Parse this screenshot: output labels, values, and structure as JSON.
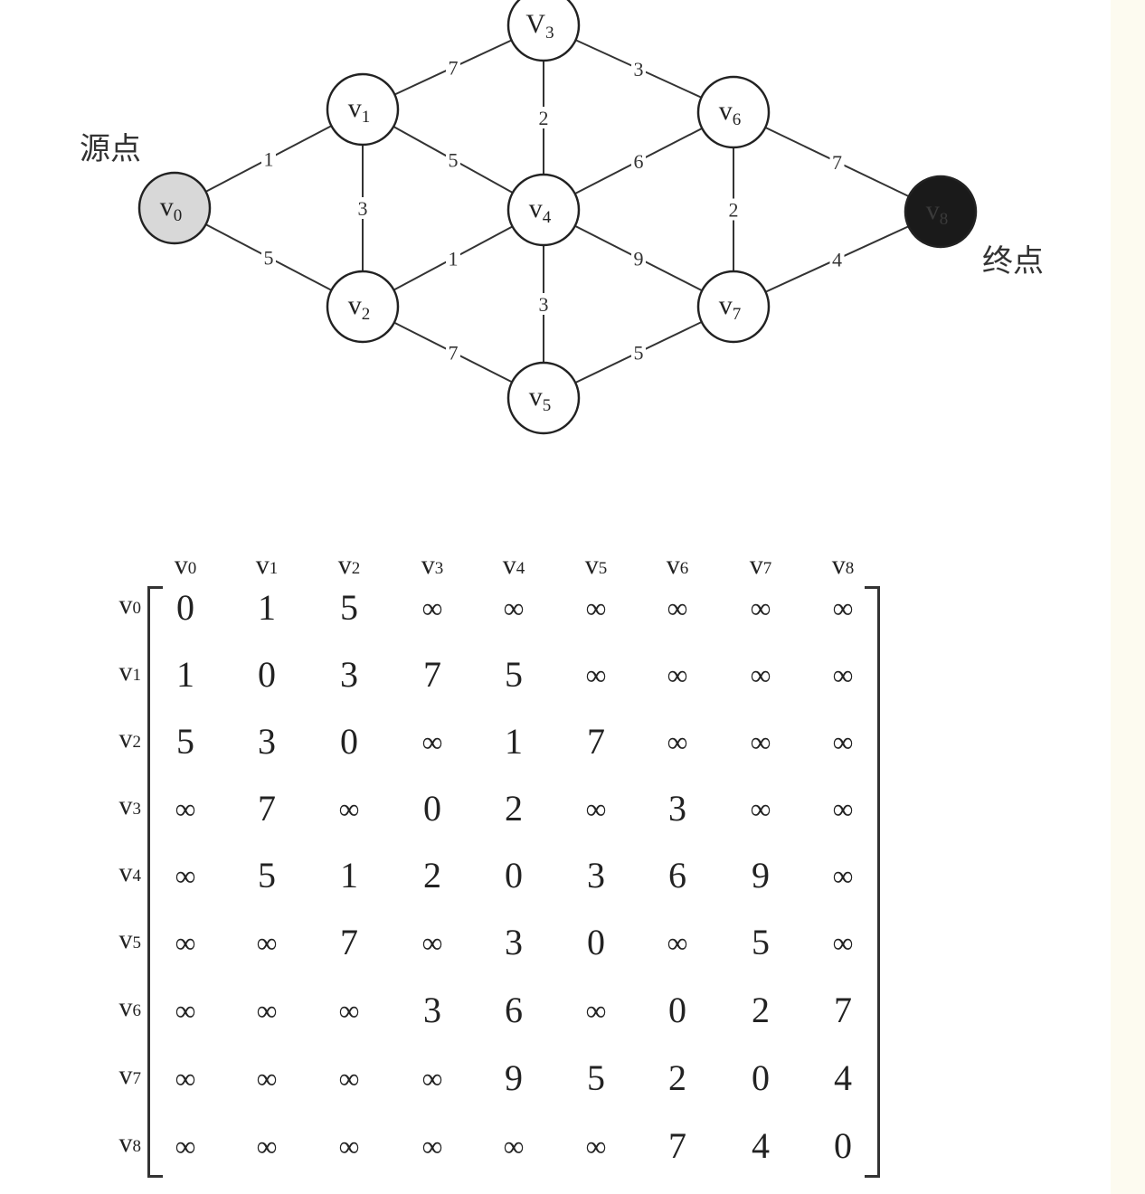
{
  "colors": {
    "source_fill": "#d8d8d8",
    "sink_fill": "#1a1a1a",
    "node_fill": "#ffffff",
    "right_strip": "#fdfbf0"
  },
  "graph": {
    "source_label": "源点",
    "sink_label": "终点",
    "nodes": [
      {
        "id": "v0",
        "base": "v",
        "sub": "0",
        "role": "source"
      },
      {
        "id": "v1",
        "base": "v",
        "sub": "1",
        "role": "normal"
      },
      {
        "id": "v2",
        "base": "v",
        "sub": "2",
        "role": "normal"
      },
      {
        "id": "v3",
        "base": "V",
        "sub": "3",
        "role": "normal"
      },
      {
        "id": "v4",
        "base": "v",
        "sub": "4",
        "role": "normal"
      },
      {
        "id": "v5",
        "base": "v",
        "sub": "5",
        "role": "normal"
      },
      {
        "id": "v6",
        "base": "v",
        "sub": "6",
        "role": "normal"
      },
      {
        "id": "v7",
        "base": "v",
        "sub": "7",
        "role": "normal"
      },
      {
        "id": "v8",
        "base": "v",
        "sub": "8",
        "role": "sink"
      }
    ],
    "edges": [
      {
        "from": "v0",
        "to": "v1",
        "weight": "1"
      },
      {
        "from": "v0",
        "to": "v2",
        "weight": "5"
      },
      {
        "from": "v1",
        "to": "v2",
        "weight": "3"
      },
      {
        "from": "v1",
        "to": "v3",
        "weight": "7"
      },
      {
        "from": "v1",
        "to": "v4",
        "weight": "5"
      },
      {
        "from": "v2",
        "to": "v4",
        "weight": "1"
      },
      {
        "from": "v2",
        "to": "v5",
        "weight": "7"
      },
      {
        "from": "v3",
        "to": "v4",
        "weight": "2"
      },
      {
        "from": "v3",
        "to": "v6",
        "weight": "3"
      },
      {
        "from": "v4",
        "to": "v5",
        "weight": "3"
      },
      {
        "from": "v4",
        "to": "v6",
        "weight": "6"
      },
      {
        "from": "v4",
        "to": "v7",
        "weight": "9"
      },
      {
        "from": "v5",
        "to": "v7",
        "weight": "5"
      },
      {
        "from": "v6",
        "to": "v7",
        "weight": "2"
      },
      {
        "from": "v6",
        "to": "v8",
        "weight": "7"
      },
      {
        "from": "v7",
        "to": "v8",
        "weight": "4"
      }
    ]
  },
  "matrix": {
    "col_headers": [
      {
        "base": "v",
        "sub": "0"
      },
      {
        "base": "v",
        "sub": "1"
      },
      {
        "base": "v",
        "sub": "2"
      },
      {
        "base": "v",
        "sub": "3"
      },
      {
        "base": "v",
        "sub": "4"
      },
      {
        "base": "v",
        "sub": "5"
      },
      {
        "base": "v",
        "sub": "6"
      },
      {
        "base": "v",
        "sub": "7"
      },
      {
        "base": "v",
        "sub": "8"
      }
    ],
    "row_headers": [
      {
        "base": "v",
        "sub": "0"
      },
      {
        "base": "v",
        "sub": "1"
      },
      {
        "base": "v",
        "sub": "2"
      },
      {
        "base": "v",
        "sub": "3"
      },
      {
        "base": "v",
        "sub": "4"
      },
      {
        "base": "v",
        "sub": "5"
      },
      {
        "base": "v",
        "sub": "6"
      },
      {
        "base": "v",
        "sub": "7"
      },
      {
        "base": "v",
        "sub": "8"
      }
    ],
    "rows": [
      [
        "0",
        "1",
        "5",
        "∞",
        "∞",
        "∞",
        "∞",
        "∞",
        "∞"
      ],
      [
        "1",
        "0",
        "3",
        "7",
        "5",
        "∞",
        "∞",
        "∞",
        "∞"
      ],
      [
        "5",
        "3",
        "0",
        "∞",
        "1",
        "7",
        "∞",
        "∞",
        "∞"
      ],
      [
        "∞",
        "7",
        "∞",
        "0",
        "2",
        "∞",
        "3",
        "∞",
        "∞"
      ],
      [
        "∞",
        "5",
        "1",
        "2",
        "0",
        "3",
        "6",
        "9",
        "∞"
      ],
      [
        "∞",
        "∞",
        "7",
        "∞",
        "3",
        "0",
        "∞",
        "5",
        "∞"
      ],
      [
        "∞",
        "∞",
        "∞",
        "3",
        "6",
        "∞",
        "0",
        "2",
        "7"
      ],
      [
        "∞",
        "∞",
        "∞",
        "∞",
        "9",
        "5",
        "2",
        "0",
        "4"
      ],
      [
        "∞",
        "∞",
        "∞",
        "∞",
        "∞",
        "∞",
        "7",
        "4",
        "0"
      ]
    ]
  }
}
